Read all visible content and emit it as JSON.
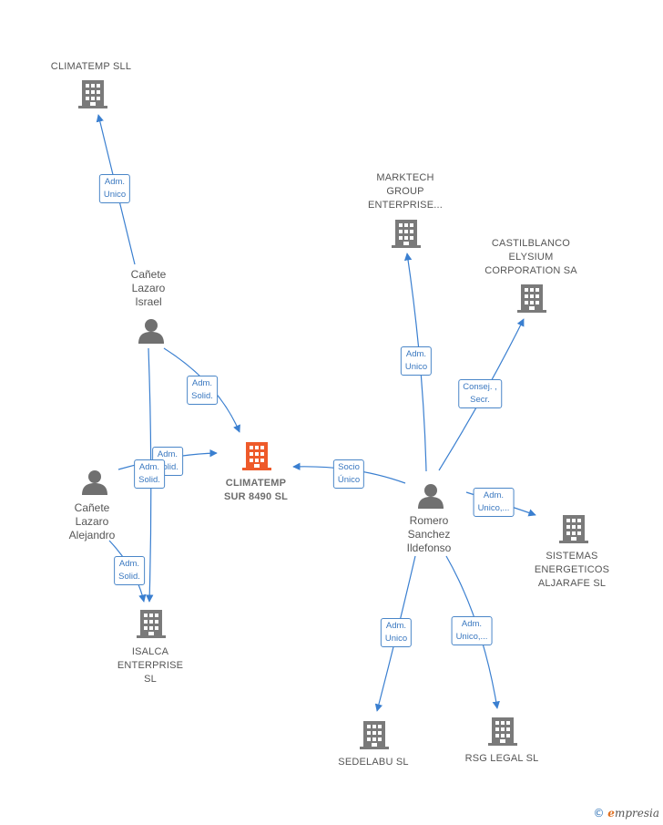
{
  "colors": {
    "edge": "#3a7fd0",
    "building": "#7a7a7a",
    "building_main": "#ee5a2a",
    "person": "#707070"
  },
  "nodes": {
    "climatemp_sll": {
      "label": [
        "CLIMATEMP SLL"
      ]
    },
    "marktech": {
      "label": [
        "MARKTECH",
        "GROUP",
        "ENTERPRISE..."
      ]
    },
    "castilblanco": {
      "label": [
        "CASTILBLANCO",
        "ELYSIUM",
        "CORPORATION SA"
      ]
    },
    "canete_israel": {
      "label": [
        "Cañete",
        "Lazaro",
        "Israel"
      ]
    },
    "main": {
      "label": [
        "CLIMATEMP",
        "SUR 8490  SL"
      ]
    },
    "canete_alejandro": {
      "label": [
        "Cañete",
        "Lazaro",
        "Alejandro"
      ]
    },
    "romero": {
      "label": [
        "Romero",
        "Sanchez",
        "Ildefonso"
      ]
    },
    "sistemas": {
      "label": [
        "SISTEMAS",
        "ENERGETICOS",
        "ALJARAFE  SL"
      ]
    },
    "isalca": {
      "label": [
        "ISALCA",
        "ENTERPRISE",
        "SL"
      ]
    },
    "sedelabu": {
      "label": [
        "SEDELABU SL"
      ]
    },
    "rsg": {
      "label": [
        "RSG LEGAL  SL"
      ]
    }
  },
  "edges": {
    "e1": [
      "Adm.",
      "Unico"
    ],
    "e2": [
      "Adm.",
      "Solid."
    ],
    "e3": [
      "Adm.",
      "Solid."
    ],
    "e4": [
      "Adm.",
      "Solid."
    ],
    "e5": [
      "Adm.",
      "Solid."
    ],
    "e6": [
      "Socio",
      "Único"
    ],
    "e7": [
      "Adm.",
      "Unico"
    ],
    "e8": [
      "Consej. ,",
      "Secr."
    ],
    "e9": [
      "Adm.",
      "Unico,..."
    ],
    "e10": [
      "Adm.",
      "Unico"
    ],
    "e11": [
      "Adm.",
      "Unico,..."
    ]
  },
  "brand": {
    "symbol": "©",
    "initial": "e",
    "rest": "mpresia"
  }
}
